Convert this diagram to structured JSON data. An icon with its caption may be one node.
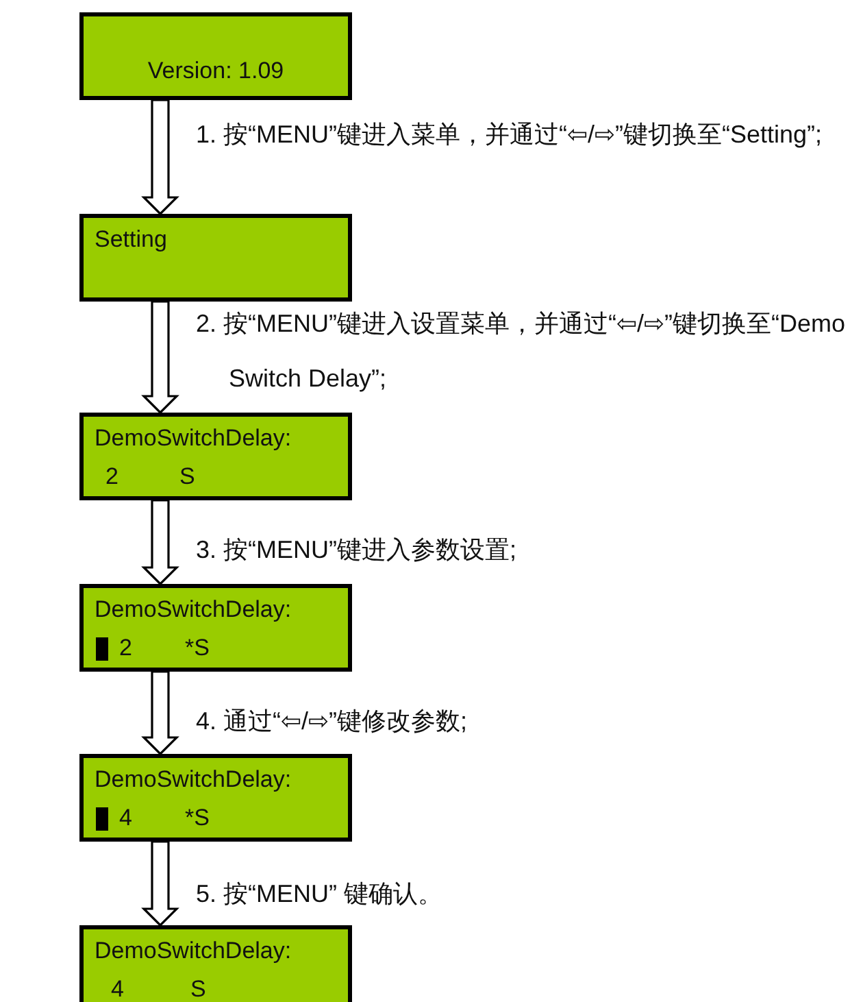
{
  "diagram": {
    "nodes": [
      {
        "text": [
          "Version: 1.09"
        ]
      },
      {
        "text": [
          "Setting"
        ]
      },
      {
        "text": [
          "DemoSwitchDelay:",
          "2",
          "S"
        ]
      },
      {
        "text": [
          "DemoSwitchDelay:",
          "2",
          "*S"
        ]
      },
      {
        "text": [
          "DemoSwitchDelay:",
          "4",
          "*S"
        ]
      },
      {
        "text": [
          "DemoSwitchDelay:",
          "4",
          "S"
        ]
      }
    ],
    "edges": [
      {
        "from": 0,
        "to": 1,
        "arrow": "to",
        "label": "1. 按“MENU”键进入菜单，并通过“⇦/⇨”键切换至“Setting”;"
      },
      {
        "from": 1,
        "to": 2,
        "arrow": "to",
        "label": "2. 按“MENU”键进入设置菜单，并通过“⇦/⇨”键切换至“Demo Switch Delay”;"
      },
      {
        "from": 2,
        "to": 3,
        "arrow": "to",
        "label": "3. 按“MENU”键进入参数设置;"
      },
      {
        "from": 3,
        "to": 4,
        "arrow": "to",
        "label": "4. 通过“⇦/⇨”键修改参数;"
      },
      {
        "from": 4,
        "to": 5,
        "arrow": "to",
        "label": "5. 按“MENU” 键确认。"
      }
    ]
  }
}
